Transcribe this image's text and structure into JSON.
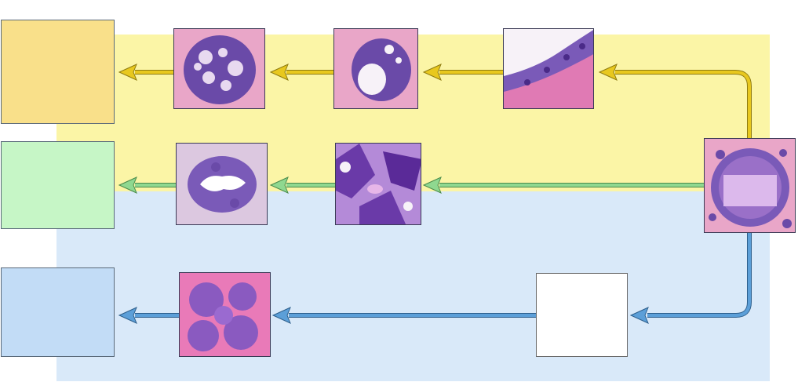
{
  "colors": {
    "yellow_band": "#fbf5a6",
    "blue_band": "#d9e9f9",
    "yellow_box": "#f9e08a",
    "green_box": "#c6f6c6",
    "blue_box": "#c2dcf6",
    "yellow_arrow": "#e8c81e",
    "green_arrow": "#8fd890",
    "blue_arrow": "#5c9fd8",
    "tissue_pink": "#e9a6c8",
    "tissue_purple": "#6a4aa8",
    "lumen_white": "#f7f2f8",
    "center_overlay": "#dcb9ec"
  },
  "icons": {
    "source": "histology-ductal-origin-icon",
    "yellow_1": "histology-columnar-lesion-icon",
    "yellow_2": "histology-duct-lumen-icon",
    "yellow_3": "histology-cribriform-duct-icon",
    "green_1": "histology-pleomorphic-cells-icon",
    "green_2": "histology-micropapillary-duct-icon",
    "blue_1": "histology-solid-nests-icon"
  },
  "pathways": [
    {
      "name": "yellow",
      "steps": 3
    },
    {
      "name": "green",
      "steps": 2
    },
    {
      "name": "blue",
      "steps": 2
    }
  ]
}
